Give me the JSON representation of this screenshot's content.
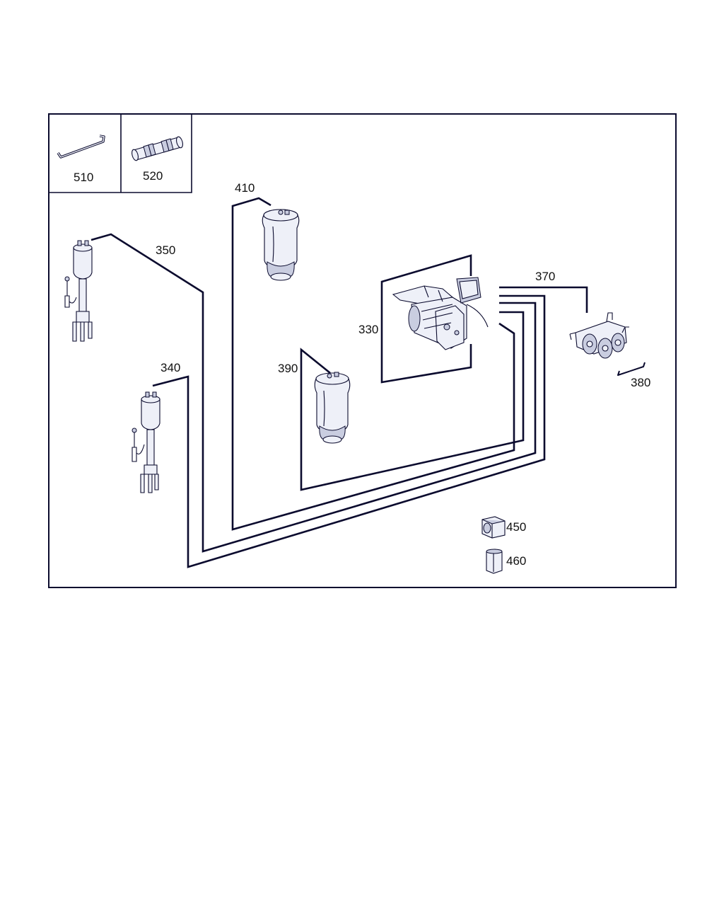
{
  "colors": {
    "line": "#0b0b2e",
    "part_fill": "#eef0f8",
    "part_shade": "#c9cde0",
    "background": "#ffffff"
  },
  "labels": {
    "p510": "510",
    "p520": "520",
    "p410": "410",
    "p350": "350",
    "p370": "370",
    "p330": "330",
    "p380": "380",
    "p340": "340",
    "p390": "390",
    "p450": "450",
    "p460": "460"
  }
}
